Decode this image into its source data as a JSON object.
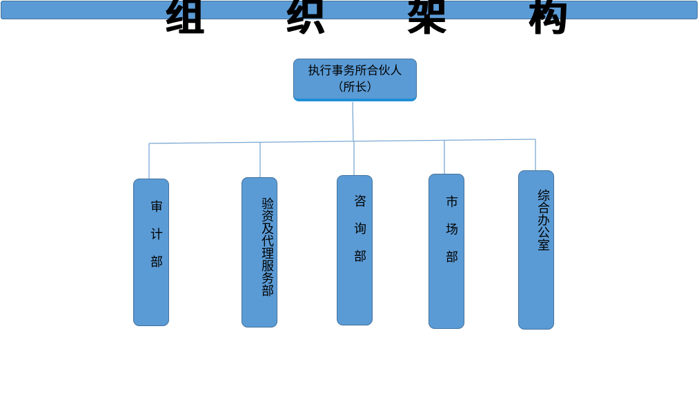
{
  "title": "组 织 架 构",
  "root": {
    "line1": "执行事务所合伙人",
    "line2": "（所长）"
  },
  "departments": [
    {
      "label": "审计部"
    },
    {
      "label": "验资及代理服务部"
    },
    {
      "label": "咨询部"
    },
    {
      "label": "市场部"
    },
    {
      "label": "综合办公室"
    }
  ],
  "colors": {
    "box_fill": "#5b9bd5",
    "box_border": "#41719c",
    "connector": "#7aa7d2",
    "title_bar": "#5b9bd5"
  }
}
